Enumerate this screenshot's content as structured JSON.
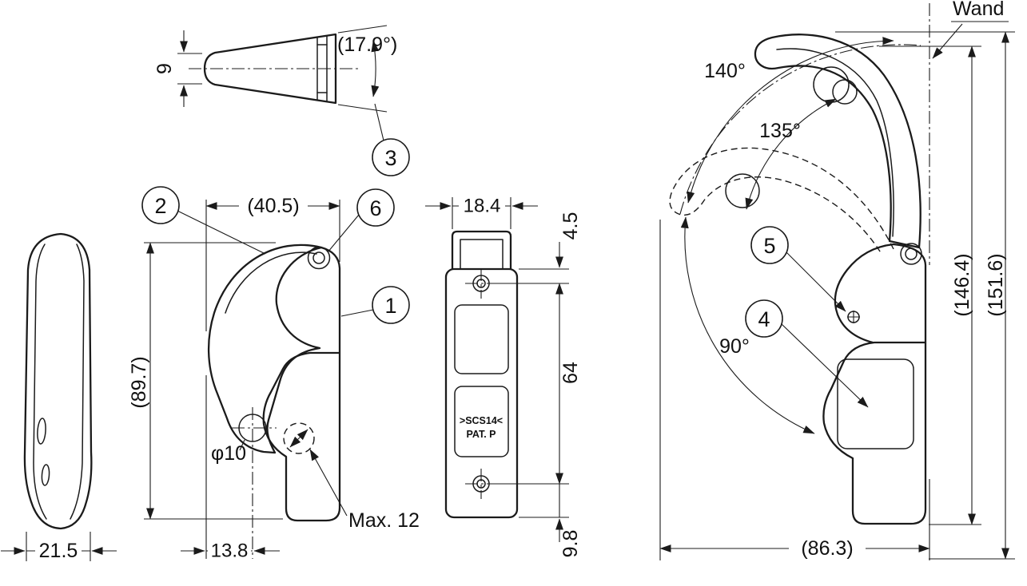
{
  "meta": {
    "type": "technical-drawing",
    "line_color": "#1b1b1b",
    "background": "#ffffff"
  },
  "callouts": {
    "n1": "1",
    "n2": "2",
    "n3": "3",
    "n4": "4",
    "n5": "5",
    "n6": "6"
  },
  "top_view": {
    "thickness": "9",
    "taper_angle": "(17.9°)"
  },
  "side_view": {
    "depth": "21.5"
  },
  "front_main_view": {
    "width": "(40.5)",
    "height": "(89.7)",
    "hole_diameter": "φ10",
    "hook_offset": "13.8",
    "rod_max": "Max. 12"
  },
  "plate_view": {
    "width": "18.4",
    "top_gap": "4.5",
    "hole_pitch": "64",
    "bottom_gap": "9.8",
    "material_mark": ">SCS14<",
    "patent_mark": "PAT. P"
  },
  "operation_view": {
    "wall_label": "Wand",
    "open_angle": "140°",
    "mid_angle": "135°",
    "low_angle": "90°",
    "swing_height": "(146.4)",
    "total_height": "(151.6)",
    "swing_width": "(86.3)"
  }
}
